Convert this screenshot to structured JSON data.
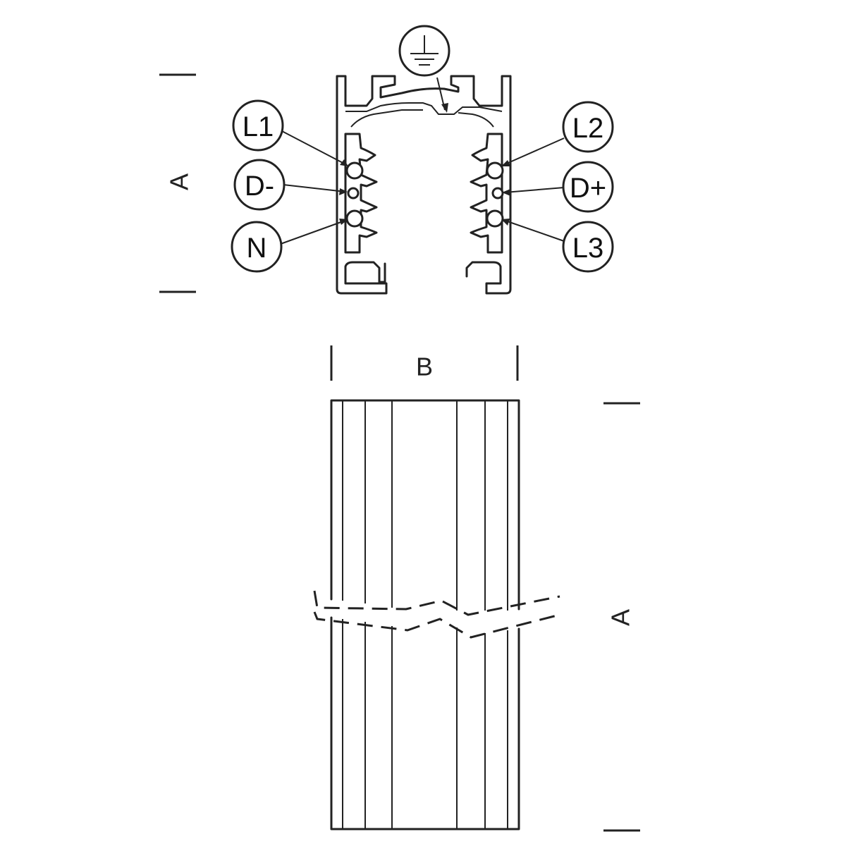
{
  "connectors": {
    "earth": {
      "symbol": "earth-ground-icon"
    },
    "L1": "L1",
    "D_minus": "D-",
    "N": "N",
    "L2": "L2",
    "D_plus": "D+",
    "L3": "L3"
  },
  "dimensions": {
    "profile_height": "A",
    "width": "B",
    "length": "A"
  }
}
